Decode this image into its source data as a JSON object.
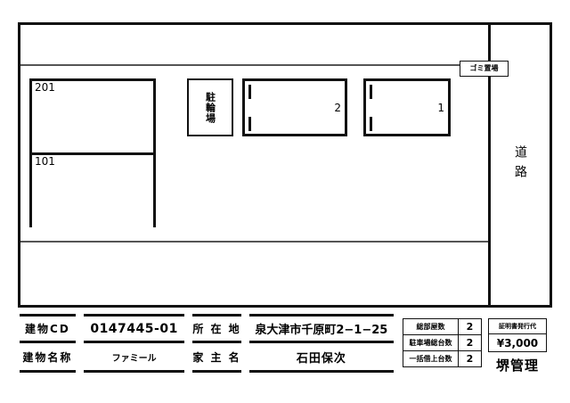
{
  "site_plan": {
    "road_label": "道路",
    "garbage_area_label": "ゴミ置場",
    "bicycle_parking_label": "駐輪場",
    "rooms": [
      {
        "number": "201"
      },
      {
        "number": "101"
      }
    ],
    "parking_stalls": [
      {
        "number": "2"
      },
      {
        "number": "1"
      }
    ]
  },
  "info": {
    "building_cd_label": "建物CD",
    "building_cd_value": "0147445-01",
    "address_label": "所 在 地",
    "address_value": "泉大津市千原町2−1−25",
    "building_name_label": "建物名称",
    "building_name_value": "ファミール",
    "owner_label": "家 主 名",
    "owner_value": "石田保次"
  },
  "counts": {
    "rows": [
      {
        "label": "総部屋数",
        "value": "2"
      },
      {
        "label": "駐車場総台数",
        "value": "2"
      },
      {
        "label": "一括借上台数",
        "value": "2"
      }
    ]
  },
  "fee": {
    "title": "証明書発行代",
    "amount": "¥3,000",
    "company": "堺管理"
  }
}
